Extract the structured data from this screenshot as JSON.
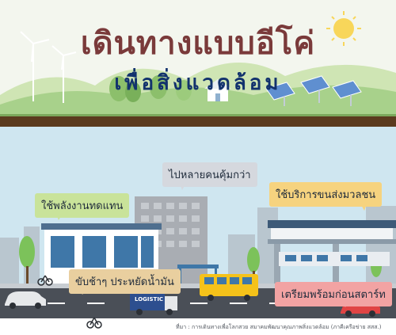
{
  "title": {
    "line1": "เดินทางแบบอีโค่",
    "line2": "เพื่อสิ่งแวดล้อม"
  },
  "labels": {
    "alt_energy": "ใช้พลังงานทดแทน",
    "carpool": "ไปหลายคนคุ้มกว่า",
    "public_transit": "ใช้บริการขนส่งมวลชน",
    "drive_slow": "ขับช้าๆ ประหยัดน้ำมัน",
    "prepare": "เตรียมพร้อมก่อนสตาร์ท"
  },
  "truck_text": "LOGISTIC",
  "credit": "ที่มา : การเดินทางเพื่อโลกสวย สมาคมพัฒนาคุณภาพสิ่งแวดล้อม (ภาคีเครือข่าย สสส.)",
  "colors": {
    "title_brown": "#7a3a3a",
    "title_navy": "#12326d",
    "sky_top": "#f3f6ee",
    "city_sky": "#cfe6f0",
    "hills": "#a8d18b",
    "soil": "#5b3a1e",
    "road": "#4a4f57",
    "green_bubble": "#c9e39a",
    "gray_bubble": "#d5d8de",
    "yellow_bubble": "#f6d37f",
    "beige_bubble": "#e9cf9f",
    "pink_bubble": "#f2a3a3",
    "bus": "#f5c21a",
    "car_white": "#e6e8ea",
    "car_red": "#e04444",
    "truck": "#2d4f8f",
    "sun": "#f8d65a"
  }
}
